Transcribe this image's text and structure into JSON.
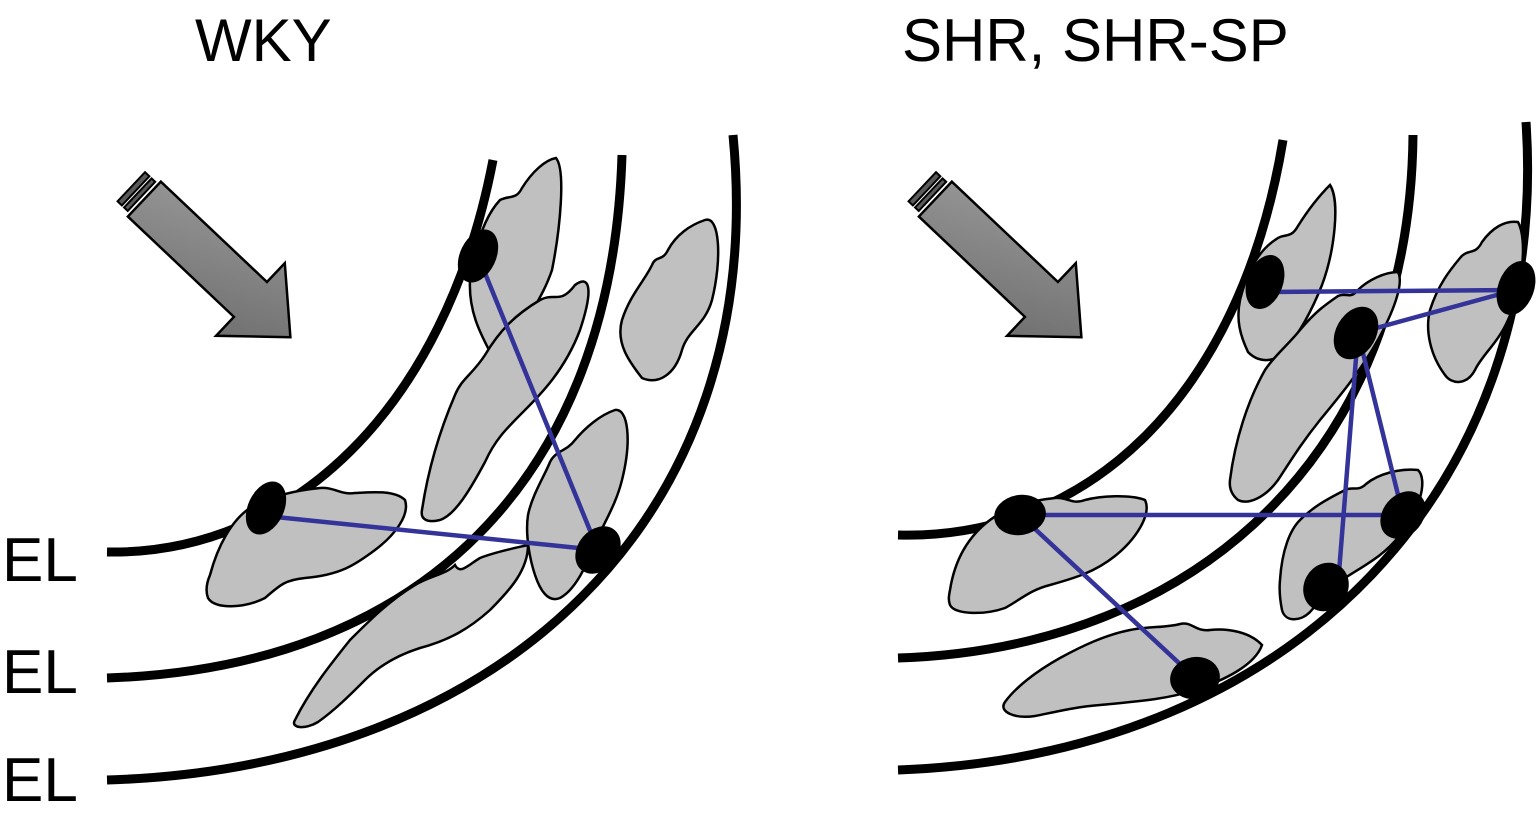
{
  "titles": {
    "left": "WKY",
    "right": "SHR, SHR-SP"
  },
  "layer_labels": [
    "EL",
    "EL",
    "EL"
  ],
  "colors": {
    "lamina": "#000000",
    "cell_fill": "#c0c0c0",
    "arrow_fill": "#808080",
    "connection": "#33339a"
  },
  "icons": {
    "arrow": "arrow-down-right-icon"
  }
}
